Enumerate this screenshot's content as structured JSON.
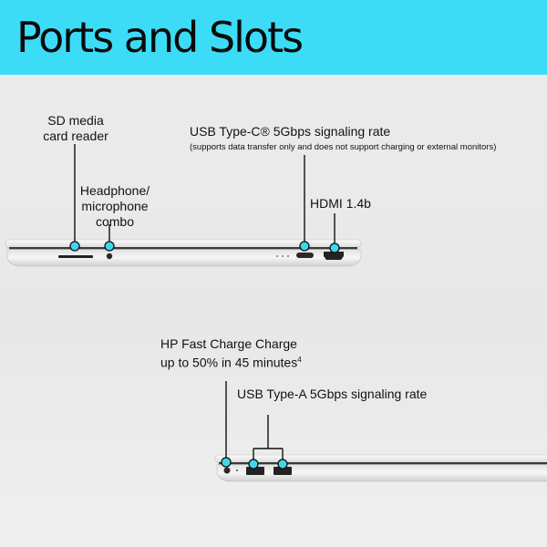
{
  "header": {
    "title": "Ports and Slots"
  },
  "colors": {
    "banner": "#3cdcf7",
    "marker": "#3fd6ef"
  },
  "left_side": {
    "sd_reader_line1": "SD media",
    "sd_reader_line2": "card reader",
    "headphone_line1": "Headphone/",
    "headphone_line2": "microphone",
    "headphone_line3": "combo"
  },
  "right_side": {
    "usb_c_label": "USB Type-C® 5Gbps signaling rate",
    "usb_c_note": "(supports data transfer only and does not support charging or external monitors)",
    "hdmi_label": "HDMI 1.4b"
  },
  "bottom": {
    "fast_charge_line1": "HP Fast Charge Charge",
    "fast_charge_line2": "up to 50% in 45 minutes",
    "fast_charge_footnote": "4",
    "usb_a_label": "USB Type-A  5Gbps signaling rate"
  }
}
